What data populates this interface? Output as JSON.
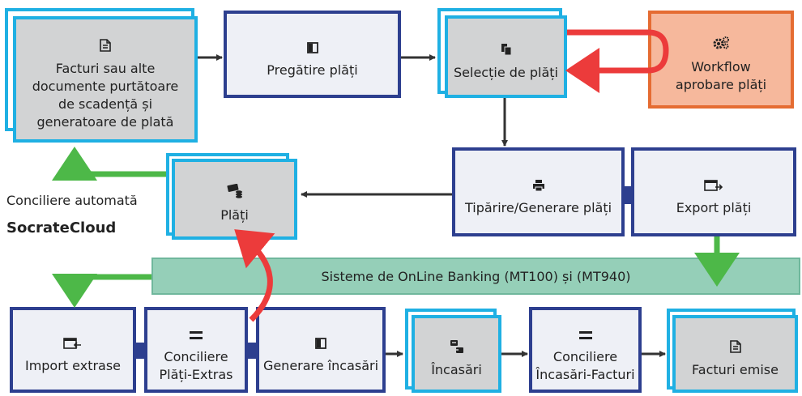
{
  "nodes": {
    "facturi_docs": {
      "label": "Facturi sau alte documente purtătoare de scadență și generatoare de plată",
      "icon": "document-icon"
    },
    "pregatire": {
      "label": "Pregătire plăți",
      "icon": "board-icon"
    },
    "selectie": {
      "label": "Selecție de plăți",
      "icon": "copy-document-icon"
    },
    "workflow": {
      "label": "Workflow aprobare plăți",
      "icon": "gears-icon"
    },
    "plati": {
      "label": "Plăți",
      "icon": "payment-coins-icon"
    },
    "tiparire": {
      "label": "Tipărire/Generare plăți",
      "icon": "printer-icon"
    },
    "export": {
      "label": "Export plăți",
      "icon": "window-export-icon"
    },
    "import": {
      "label": "Import extrase",
      "icon": "window-import-icon"
    },
    "conciliere_plati": {
      "label": "Conciliere Plăți-Extras",
      "icon": "equals-icon"
    },
    "generare": {
      "label": "Generare încasări",
      "icon": "board-icon"
    },
    "incasari": {
      "label": "Încasări",
      "icon": "exchange-icon"
    },
    "conciliere_incasari": {
      "label": "Conciliere Încasări-Facturi",
      "icon": "equals-icon"
    },
    "facturi_emise": {
      "label": "Facturi emise",
      "icon": "document-icon"
    }
  },
  "band": {
    "label": "Sisteme de OnLine Banking (MT100) și (MT940)"
  },
  "side": {
    "line1": "Conciliere automată",
    "line2": "SocrateCloud"
  },
  "colors": {
    "cyan": "#1fb0e3",
    "navy": "#2d3f8f",
    "orange": "#e56c32",
    "green": "#4db848",
    "red": "#ec3b3b",
    "teal_band": "#95cfb8",
    "grey_fill": "#d2d3d4"
  }
}
